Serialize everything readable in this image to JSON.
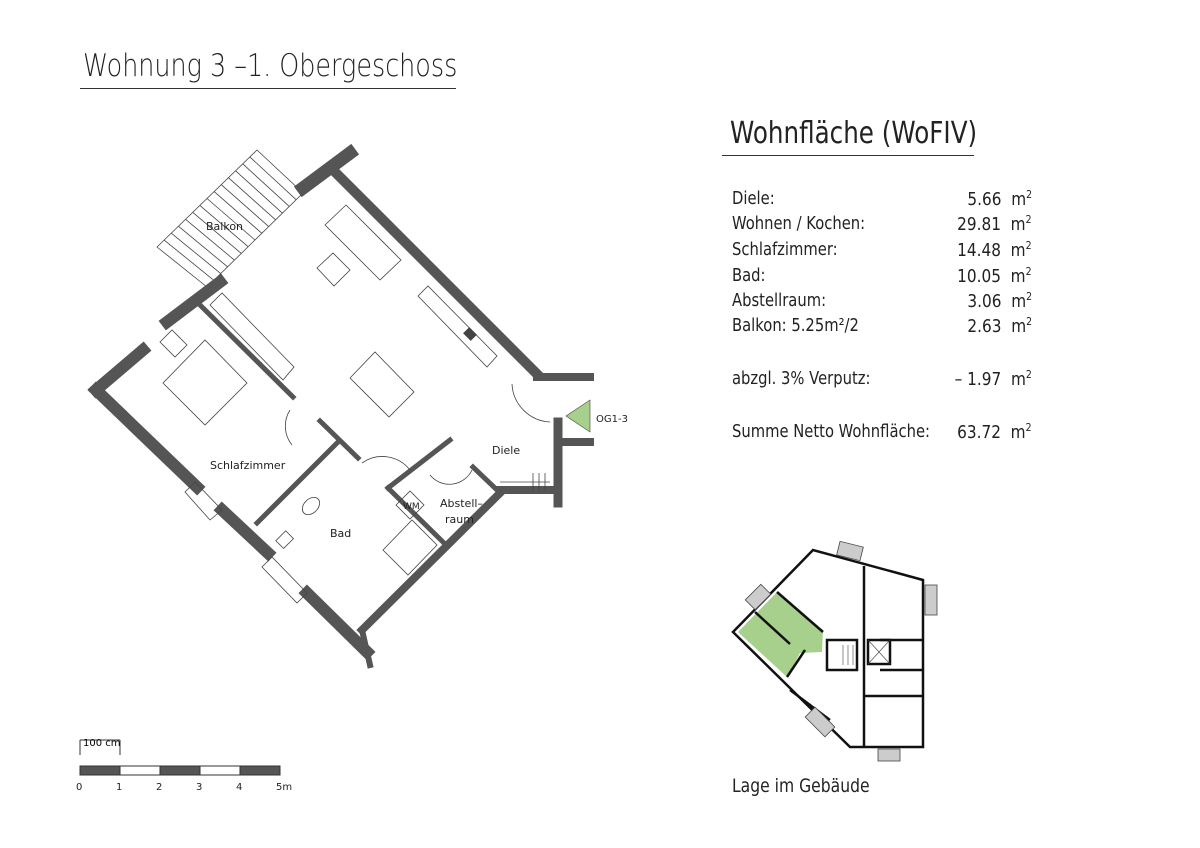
{
  "header": {
    "title": "Wohnung 3 –1. Obergeschoss"
  },
  "area_table": {
    "title": "Wohnfläche (WoFIV)",
    "unit": "m",
    "unit_exp": "2",
    "rows": [
      {
        "label": "Diele:",
        "value": "5.66"
      },
      {
        "label": "Wohnen / Kochen:",
        "value": "29.81"
      },
      {
        "label": "Schlafzimmer:",
        "value": "14.48"
      },
      {
        "label": "Bad:",
        "value": "10.05"
      },
      {
        "label": "Abstellraum:",
        "value": "3.06"
      },
      {
        "label": "Balkon:  5.25m²/2",
        "value": "2.63"
      }
    ],
    "deduction": {
      "label": "abzgl. 3% Verputz:",
      "value": "– 1.97"
    },
    "total": {
      "label": "Summe Netto Wohnfläche:",
      "value": "63.72"
    }
  },
  "plan": {
    "rooms": {
      "balkon": "Balkon",
      "schlafzimmer": "Schlafzimmer",
      "bad": "Bad",
      "diele": "Diele",
      "abstell_1": "Abstell–",
      "abstell_2": "raum",
      "wm": "WM"
    },
    "entrance_label": "OG1-3",
    "highlight_color": "#a8d08d",
    "wall_color": "#555555"
  },
  "scale_bar": {
    "unit_label": "100 cm",
    "ticks": [
      "0",
      "1",
      "2",
      "3",
      "4",
      "5m"
    ]
  },
  "location": {
    "caption": "Lage im Gebäude"
  }
}
